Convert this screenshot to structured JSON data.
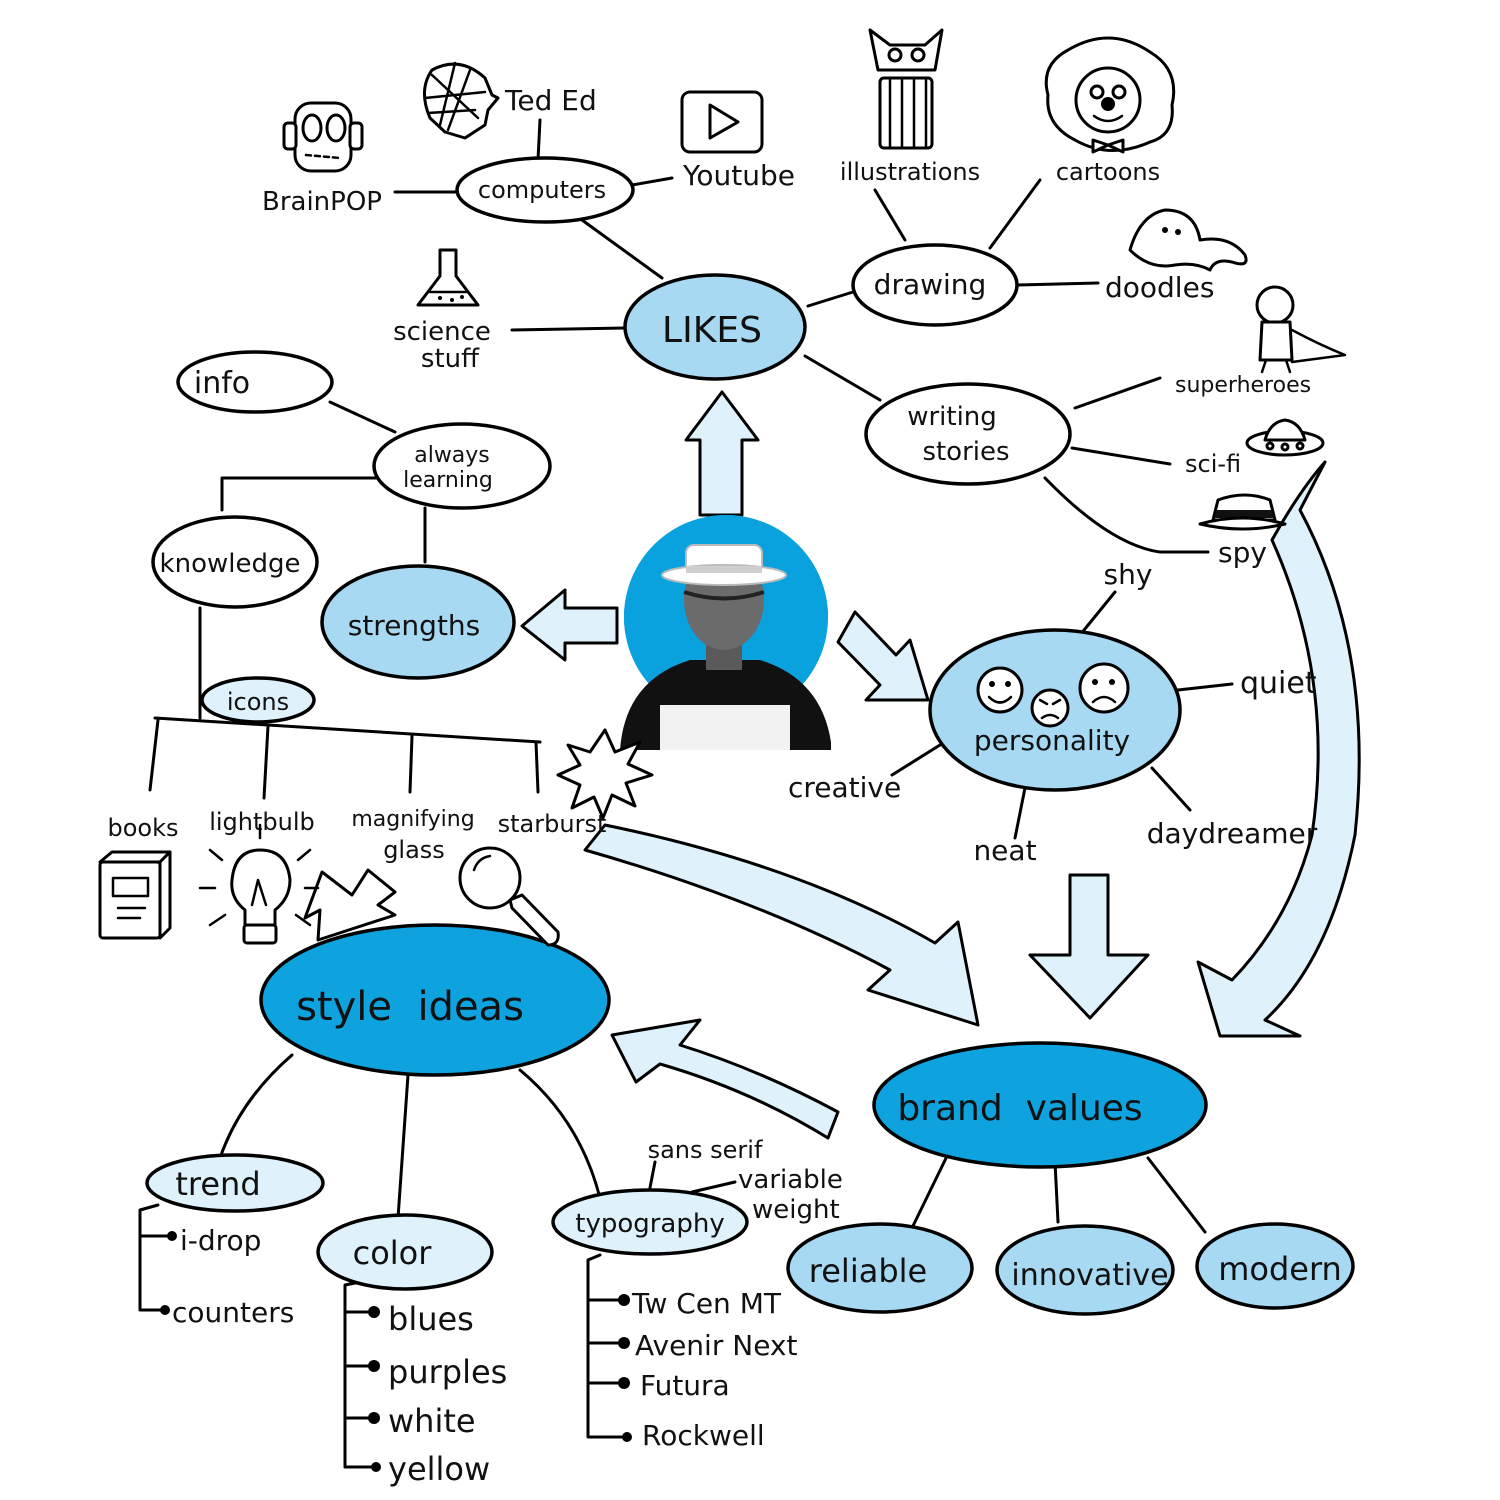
{
  "colors": {
    "dark_blue": "#0ea2de",
    "mid_blue": "#a7d9f3",
    "pale_blue": "#dff1fb",
    "photo_circle": "#09a2df",
    "ink": "#111111"
  },
  "likes": {
    "label": "LIKES",
    "computers": {
      "label": "computers",
      "brainpop": "BrainPOP",
      "ted_ed": "Ted Ed",
      "youtube": "Youtube"
    },
    "science": {
      "line1": "science",
      "line2": "stuff"
    },
    "drawing": {
      "label": "drawing",
      "illustrations": "illustrations",
      "cartoons": "cartoons",
      "doodles": "doodles"
    },
    "writing": {
      "line1": "writing",
      "line2": "stories",
      "superheroes": "superheroes",
      "scifi": "sci-fi",
      "spy": "spy"
    }
  },
  "strengths": {
    "label": "strengths",
    "always_learning": {
      "line1": "always",
      "line2": "learning"
    },
    "info": "info",
    "knowledge": "knowledge",
    "icons": {
      "label": "icons",
      "books": "books",
      "lightbulb": "lightbulb",
      "magnifying": {
        "line1": "magnifying",
        "line2": "glass"
      },
      "starburst": "starburst"
    }
  },
  "personality": {
    "label": "personality",
    "shy": "shy",
    "quiet": "quiet",
    "creative": "creative",
    "neat": "neat",
    "daydreamer": "daydreamer"
  },
  "style_ideas": {
    "label": "style  ideas",
    "trend": {
      "label": "trend",
      "items": [
        "i-drop",
        "counters"
      ]
    },
    "color": {
      "label": "color",
      "items": [
        "blues",
        "purples",
        "white",
        "yellow"
      ]
    },
    "typography": {
      "label": "typography",
      "sans_serif": "sans serif",
      "variable": {
        "line1": "variable",
        "line2": "weight"
      },
      "items": [
        "Tw Cen MT",
        "Avenir Next",
        "Futura",
        "Rockwell"
      ]
    }
  },
  "brand_values": {
    "label": "brand  values",
    "reliable": "reliable",
    "innovative": "innovative",
    "modern": "modern"
  }
}
